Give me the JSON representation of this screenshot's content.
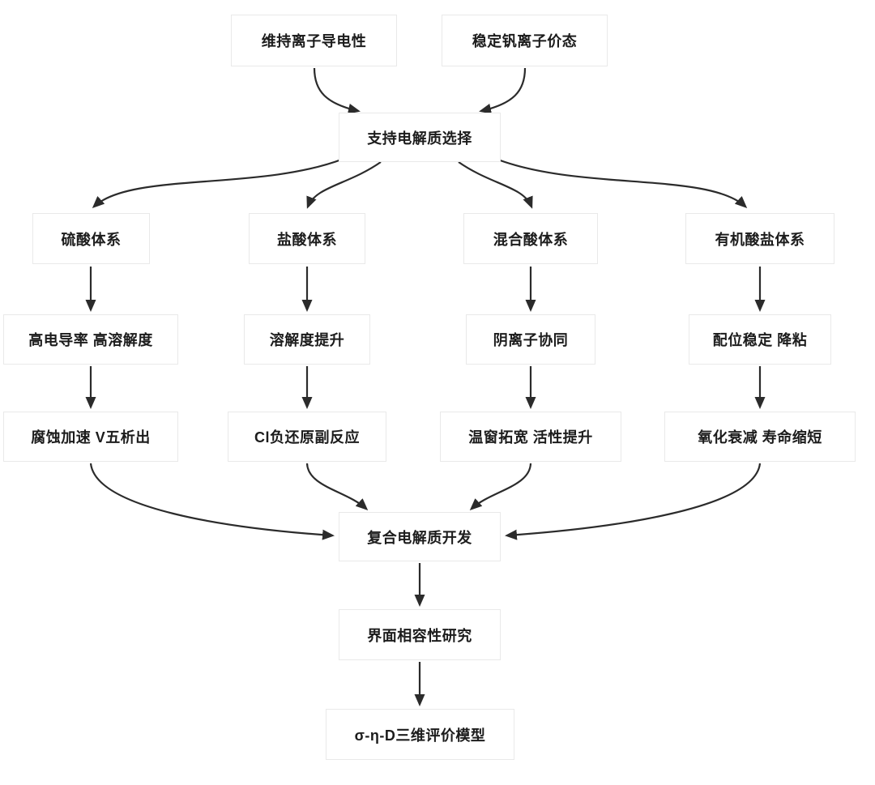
{
  "diagram": {
    "nodes": {
      "goal_conductivity": "维持离子导电性",
      "goal_valence": "稳定钒离子价态",
      "selection": "支持电解质选择",
      "sys_sulfuric": "硫酸体系",
      "sys_hydrochloric": "盐酸体系",
      "sys_mixed_acid": "混合酸体系",
      "sys_organic_salt": "有机酸盐体系",
      "feat_sulfuric": "高电导率 高溶解度",
      "feat_hydrochloric": "溶解度提升",
      "feat_mixed_acid": "阴离子协同",
      "feat_organic_salt": "配位稳定 降粘",
      "risk_sulfuric": "腐蚀加速 V五析出",
      "risk_hydrochloric": "Cl负还原副反应",
      "risk_mixed_acid": "温窗拓宽 活性提升",
      "risk_organic_salt": "氧化衰减 寿命缩短",
      "composite": "复合电解质开发",
      "interface_study": "界面相容性研究",
      "evaluation_model": "σ-η-D三维评价模型"
    },
    "colors": {
      "background": "#ffffff",
      "node_fill": "#ffffff",
      "node_border": "#e9e9e9",
      "text": "#1c1c1c",
      "arrow": "#2b2b2b"
    }
  }
}
